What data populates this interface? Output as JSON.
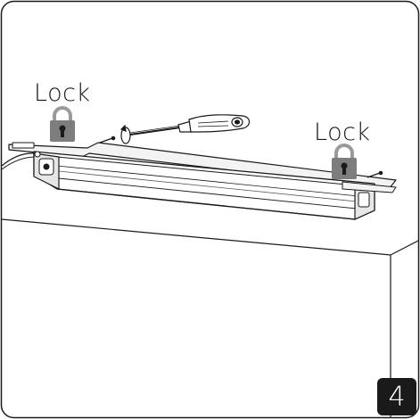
{
  "step": {
    "number": "4"
  },
  "labels": {
    "lock_left": "Lock",
    "lock_right": "Lock"
  },
  "icons": {
    "padlock": "padlock-icon",
    "screwdriver": "screwdriver-icon",
    "screw": "screw-icon",
    "rotation": "rotation-arrow-icon"
  },
  "colors": {
    "line": "#1a1a1a",
    "padlock_body": "#7d7d7d",
    "padlock_shackle": "#9a9a9a",
    "keyhole": "#1a1a1a",
    "badge": "#1a1a1a",
    "badge_text": "#ffffff"
  }
}
